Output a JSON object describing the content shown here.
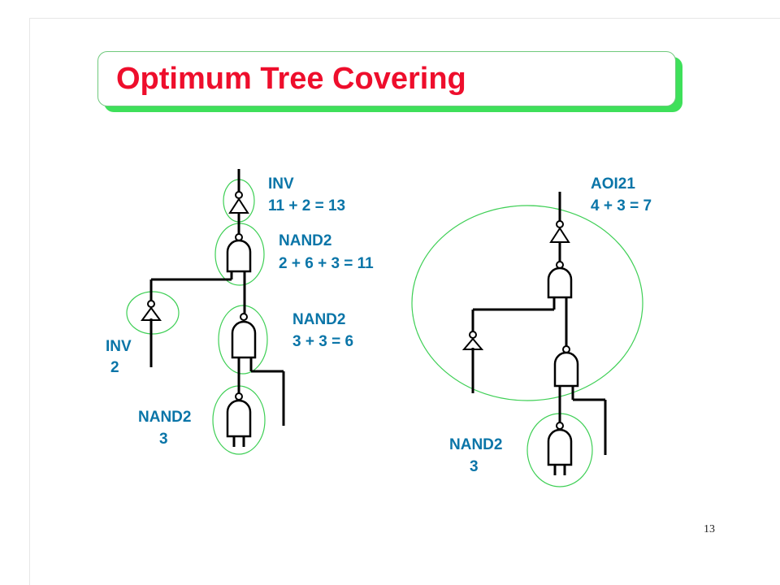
{
  "slide": {
    "title": "Optimum Tree Covering",
    "page_number": "13"
  },
  "colors": {
    "title": "#ee0e2c",
    "title_shadow": "#3ee05a",
    "label": "#0a75a8",
    "cover_circle": "#3ecf55",
    "wire": "#000000"
  },
  "left_tree": {
    "inv_top": {
      "name": "INV",
      "cost": "11 + 2 = 13"
    },
    "nand_upper": {
      "name": "NAND2",
      "cost": "2 + 6 + 3 = 11"
    },
    "nand_middle": {
      "name": "NAND2",
      "cost": "3 + 3 = 6"
    },
    "inv_side": {
      "name": "INV",
      "cost": "2"
    },
    "nand_bottom": {
      "name": "NAND2",
      "cost": "3"
    }
  },
  "right_tree": {
    "aoi": {
      "name": "AOI21",
      "cost": "4 + 3 = 7"
    },
    "nand_bottom": {
      "name": "NAND2",
      "cost": "3"
    }
  }
}
